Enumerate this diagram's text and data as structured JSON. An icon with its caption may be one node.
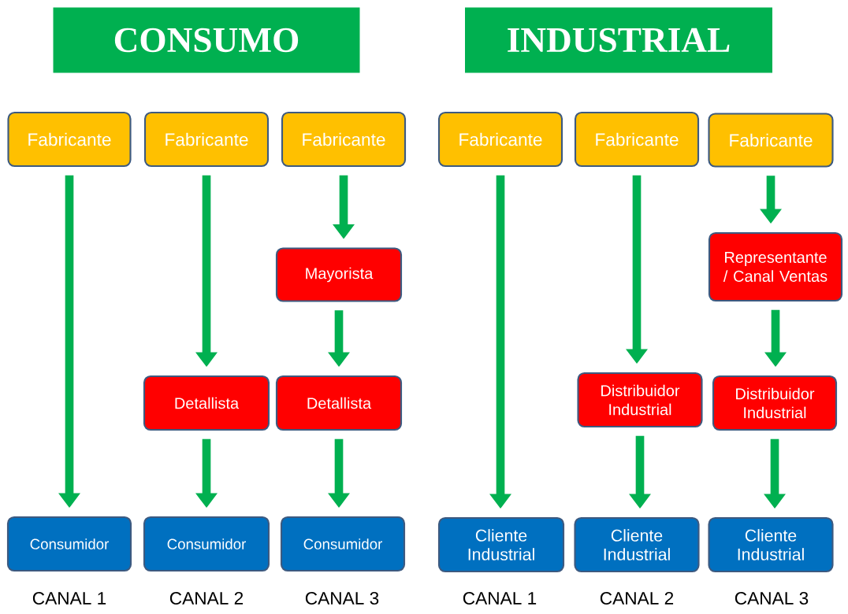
{
  "diagram": {
    "nodes": [
      {
        "text": [
          "CONSUMO"
        ]
      },
      {
        "text": [
          "INDUSTRIAL"
        ]
      },
      {
        "text": [
          "Fabricante"
        ]
      },
      {
        "text": [
          "Fabricante"
        ]
      },
      {
        "text": [
          "Fabricante"
        ]
      },
      {
        "text": [
          "Fabricante"
        ]
      },
      {
        "text": [
          "Fabricante"
        ]
      },
      {
        "text": [
          "Fabricante"
        ]
      },
      {
        "text": [
          "Mayorista"
        ]
      },
      {
        "text": [
          "Representante / Canal Ventas"
        ]
      },
      {
        "text": [
          "Detallista"
        ]
      },
      {
        "text": [
          "Detallista"
        ]
      },
      {
        "text": [
          "Distribuidor Industrial"
        ]
      },
      {
        "text": [
          "Distribuidor Industrial"
        ]
      },
      {
        "text": [
          "Consumidor"
        ]
      },
      {
        "text": [
          "Consumidor"
        ]
      },
      {
        "text": [
          "Consumidor"
        ]
      },
      {
        "text": [
          "Cliente Industrial"
        ]
      },
      {
        "text": [
          "Cliente Industrial"
        ]
      },
      {
        "text": [
          "Cliente Industrial"
        ]
      }
    ],
    "edges": [
      {
        "from": 2,
        "to": 14,
        "arrow": "to"
      },
      {
        "from": 3,
        "to": 10,
        "arrow": "to"
      },
      {
        "from": 10,
        "to": 15,
        "arrow": "to"
      },
      {
        "from": 4,
        "to": 8,
        "arrow": "to"
      },
      {
        "from": 8,
        "to": 11,
        "arrow": "to"
      },
      {
        "from": 11,
        "to": 16,
        "arrow": "to"
      },
      {
        "from": 5,
        "to": 17,
        "arrow": "to"
      },
      {
        "from": 6,
        "to": 12,
        "arrow": "to"
      },
      {
        "from": 12,
        "to": 18,
        "arrow": "to"
      },
      {
        "from": 7,
        "to": 9,
        "arrow": "to"
      },
      {
        "from": 9,
        "to": 13,
        "arrow": "to"
      },
      {
        "from": 13,
        "to": 19,
        "arrow": "to"
      }
    ],
    "labels": [
      "CANAL 1",
      "CANAL 2",
      "CANAL 3",
      "CANAL 1",
      "CANAL 2",
      "CANAL 3"
    ]
  }
}
